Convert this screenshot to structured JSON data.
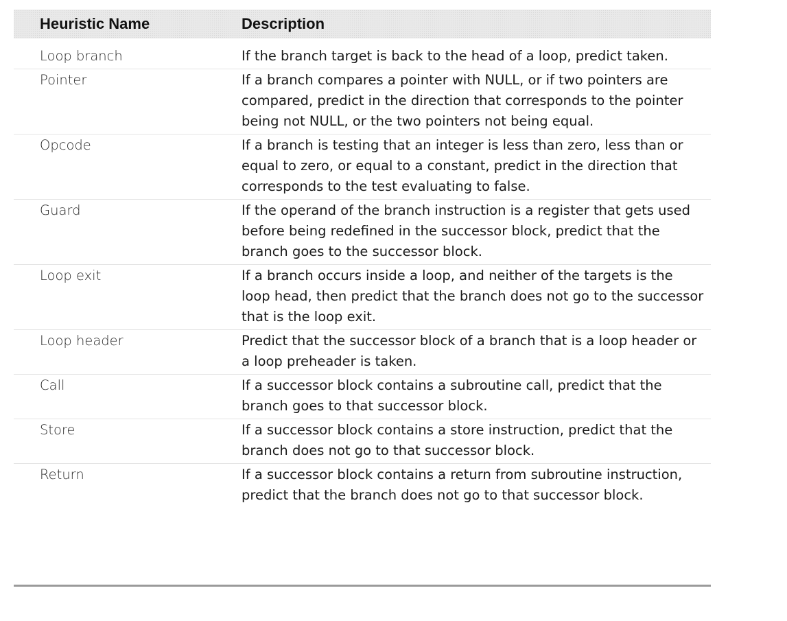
{
  "table": {
    "headers": {
      "name": "Heuristic Name",
      "description": "Description"
    },
    "rows": [
      {
        "name": "Loop branch",
        "description": "If the branch target is back to the head of a loop, predict taken."
      },
      {
        "name": "Pointer",
        "description": "If a branch compares a pointer with NULL, or if two pointers are compared, predict in the direction that corresponds to the pointer being not NULL, or the two pointers not being equal."
      },
      {
        "name": "Opcode",
        "description": "If a branch is testing that an integer is less than zero, less than or equal to zero, or equal to a constant, predict in the direction that corresponds to the test evaluating to false."
      },
      {
        "name": "Guard",
        "description": "If the operand of the branch instruction is a register that gets used before being redefined in the successor block, predict that the branch goes to the successor block."
      },
      {
        "name": "Loop exit",
        "description": "If a branch occurs inside a loop, and neither of the targets is the loop head, then predict that the branch does not go to the successor that is the loop exit."
      },
      {
        "name": "Loop header",
        "description": "Predict that the successor block of a branch that is a loop header or a loop preheader is taken."
      },
      {
        "name": "Call",
        "description": "If a successor block contains a subroutine call, predict that the branch goes to that successor block."
      },
      {
        "name": "Store",
        "description": "If a successor block contains a store instruction, predict that the branch does not go to that successor block."
      },
      {
        "name": "Return",
        "description": "If a successor block contains a return from subroutine instruction, predict that the branch does not go to that successor block."
      }
    ]
  }
}
